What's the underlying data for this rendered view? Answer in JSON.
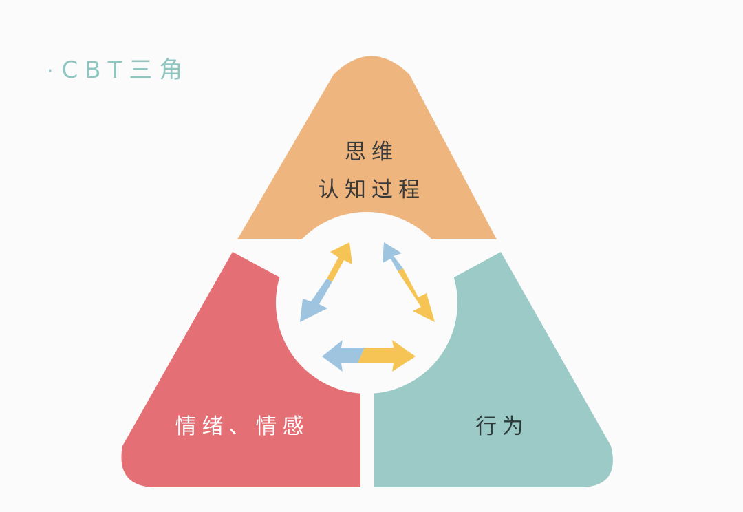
{
  "header": {
    "bullet": "·",
    "title": "CBT三角"
  },
  "diagram": {
    "segments": {
      "top": {
        "line1": "思维",
        "line2": "认知过程"
      },
      "left": {
        "label": "情绪、情感"
      },
      "right": {
        "label": "行为"
      }
    },
    "colors": {
      "top": "#eeb57f",
      "left": "#e46f74",
      "right": "#9ccbc7",
      "arrow_yellow": "#f5c454",
      "arrow_blue": "#9ec4e0",
      "title": "#8fc7c0"
    }
  }
}
